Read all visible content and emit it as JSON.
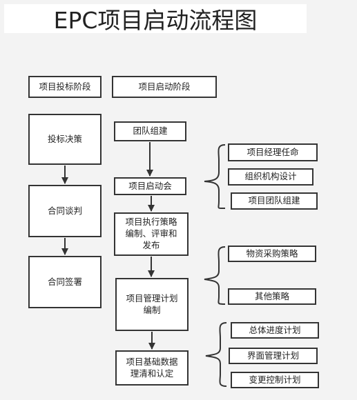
{
  "title": "EPC项目启动流程图",
  "stages": {
    "bidding": "项目投标阶段",
    "startup": "项目启动阶段"
  },
  "left_flow": [
    "投标决策",
    "合同谈判",
    "合同签署"
  ],
  "main_flow": {
    "team_setup": "团队组建",
    "kickoff": "项目启动会",
    "strategy": [
      "项目执行策略",
      "编制、评审和",
      "发布"
    ],
    "plan": [
      "项目管理计划",
      "编制"
    ],
    "baseline": [
      "项目基础数据",
      "理清和认定"
    ]
  },
  "kickoff_items": [
    "项目经理任命",
    "组织机构设计",
    "项目团队组建"
  ],
  "strategy_items": [
    "物资采购策略",
    "其他策略"
  ],
  "plan_items": [
    "总体进度计划",
    "界面管理计划",
    "变更控制计划"
  ]
}
